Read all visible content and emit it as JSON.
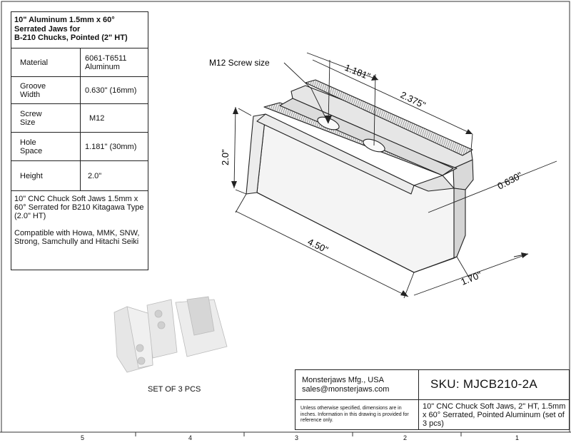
{
  "spec_table": {
    "title_lines": [
      "10\" Aluminum 1.5mm x 60°",
      "Serrated Jaws  for",
      "B-210 Chucks, Pointed (2\" HT)"
    ],
    "rows": [
      {
        "label": [
          "Material"
        ],
        "value": [
          "6061-T6511",
          "Aluminum"
        ]
      },
      {
        "label": [
          "Groove",
          "Width"
        ],
        "value": [
          "0.630\" (16mm)"
        ]
      },
      {
        "label": [
          "Screw",
          "Size"
        ],
        "value": [
          "M12"
        ]
      },
      {
        "label": [
          "Hole",
          "Space"
        ],
        "value": [
          "1.181\" (30mm)"
        ]
      },
      {
        "label": [
          "Height"
        ],
        "value": [
          "2.0\""
        ]
      }
    ],
    "description": "10\" CNC Chuck Soft Jaws 1.5mm x 60° Serrated for  B210 Kitagawa Type (2.0\" HT)",
    "compatibility": "Compatible with Howa, MMK, SNW, Strong, Samchully and Hitachi Seiki"
  },
  "drawing": {
    "callout": "M12 Screw size",
    "dim_hole_space": "1.181\"",
    "dim_serration_length": "2.375\"",
    "dim_groove_width": "0.630\"",
    "dim_height": "2.0\"",
    "dim_length": "4.50\"",
    "dim_width": "1.70\"",
    "set_label": "SET OF 3 PCS"
  },
  "title_block": {
    "company": "Monsterjaws Mfg., USA",
    "email": "sales@monsterjaws.com",
    "sku": "SKU:  MJCB210-2A",
    "note": "Unless otherwise specified, dimensions are in inches.  Information in this drawing is provided for reference only.",
    "product_description": "10\" CNC Chuck Soft Jaws, 2\" HT, 1.5mm x 60° Serrated, Pointed Aluminum (set of 3 pcs)"
  },
  "zones": [
    "5",
    "4",
    "3",
    "2",
    "1"
  ],
  "colors": {
    "line": "#222222",
    "face_light": "#f2f2f2",
    "face_shade": "#d9d9d9",
    "photo_part": "#dcdcdc"
  }
}
